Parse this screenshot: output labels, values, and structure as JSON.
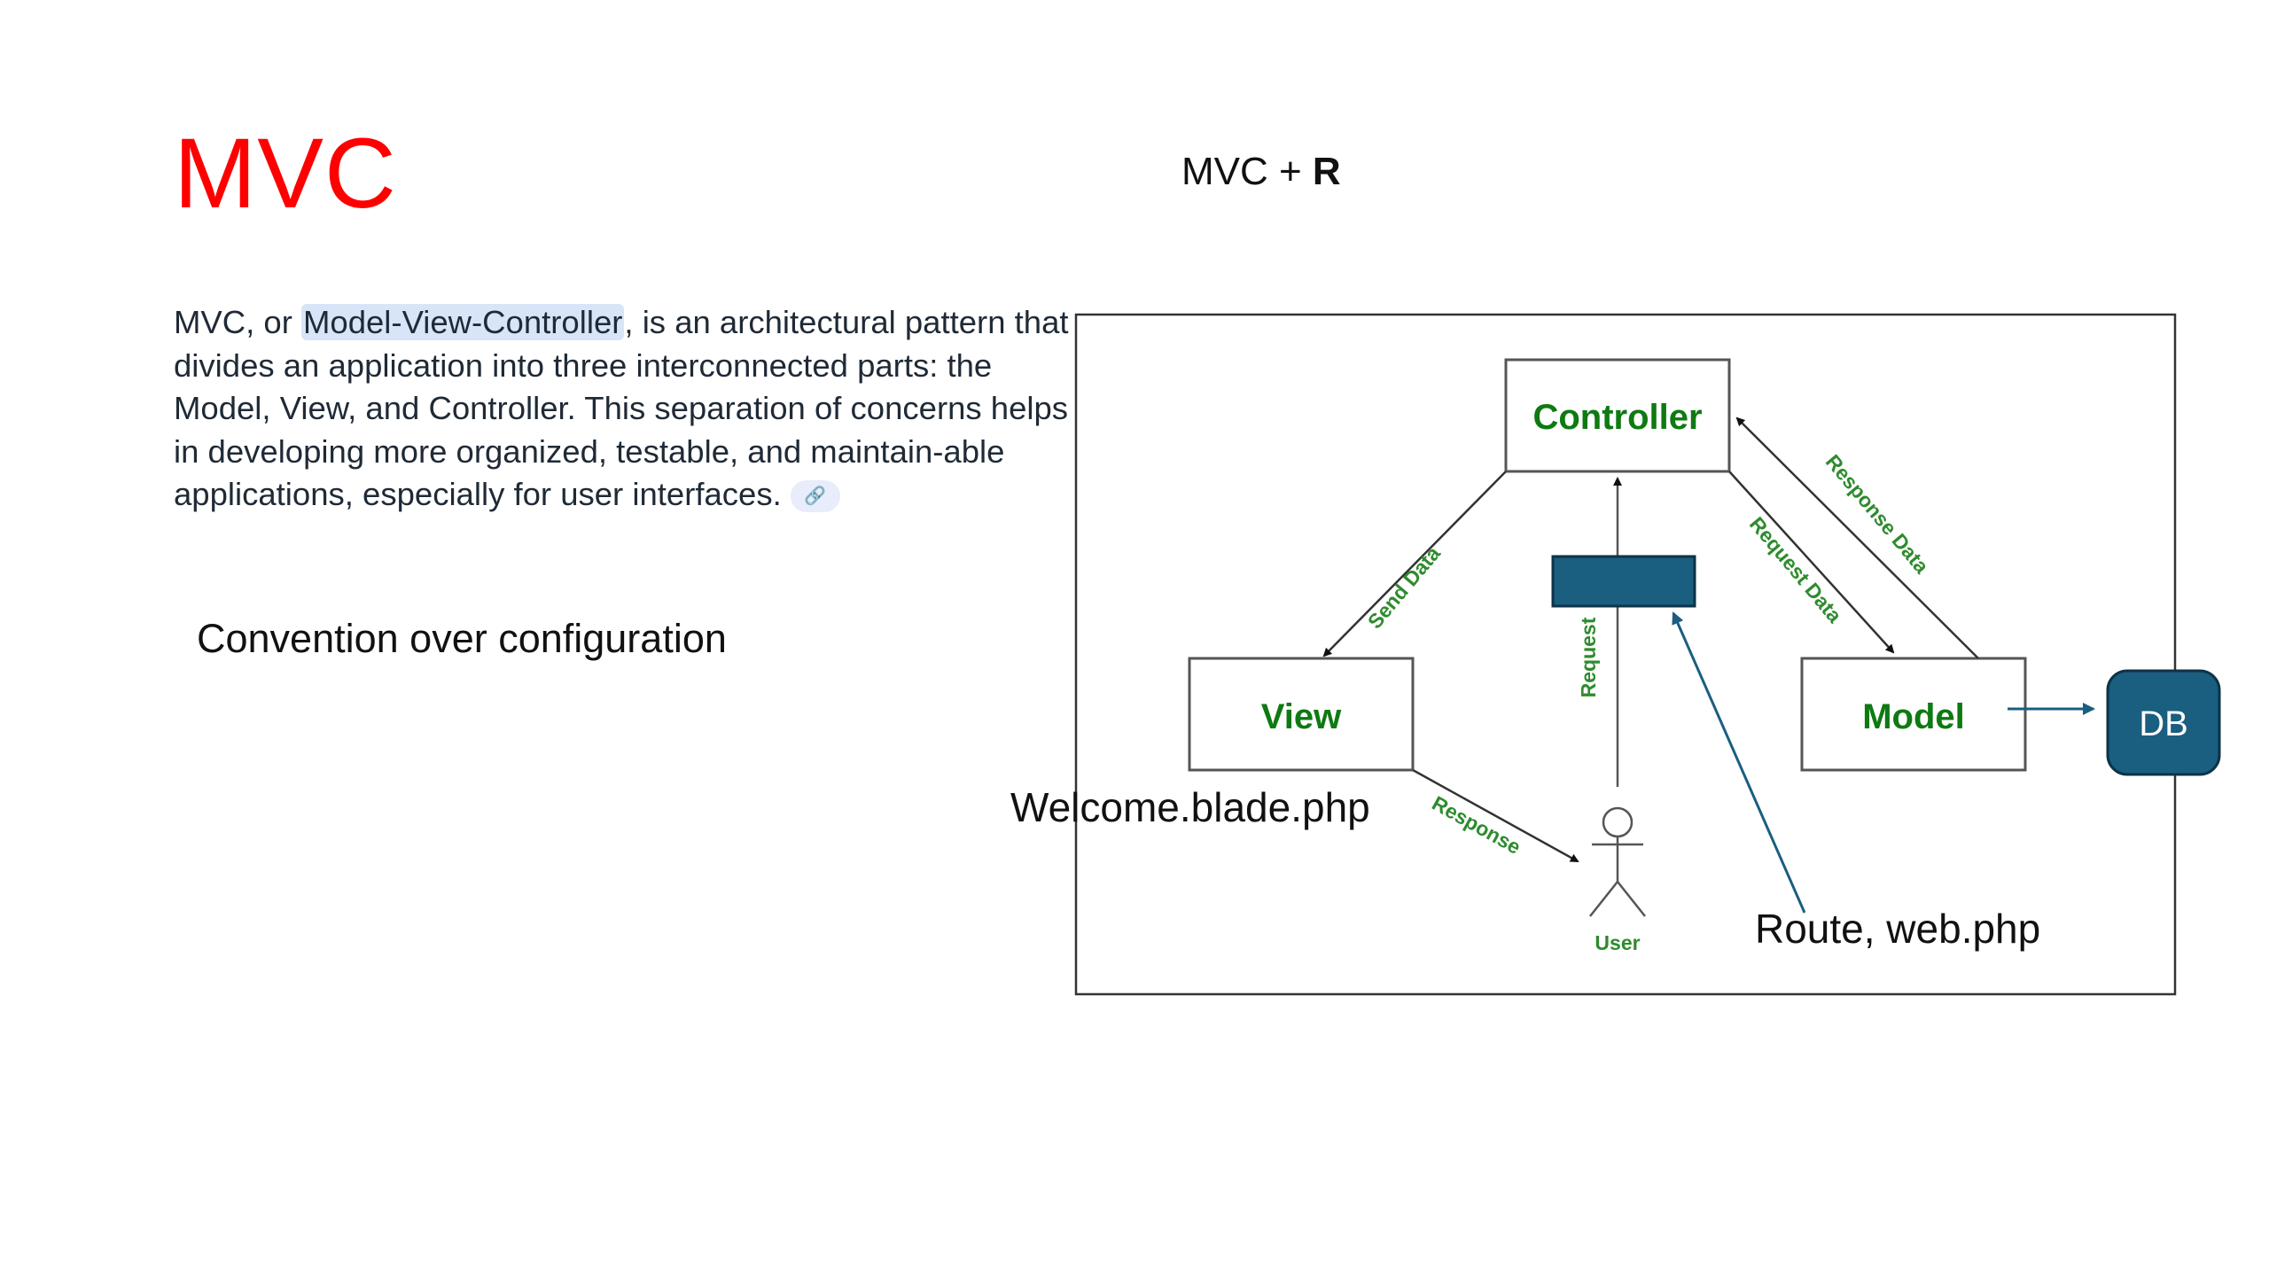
{
  "slide": {
    "title": "MVC",
    "subtitle_prefix": "MVC + ",
    "subtitle_bold": "R",
    "paragraph": {
      "before": "MVC, or ",
      "highlight": "Model-View-Controller",
      "after": ", is an architectural pattern that divides an application into three interconnected parts: the Model, View, and Controller. This separation of concerns helps in developing more organized, testable, and maintain-able applications, especially for user interfaces.",
      "link_icon": "link-icon"
    },
    "convention_note": "Convention over configuration",
    "annotations": {
      "view_file": "Welcome.blade.php",
      "route_file": "Route, web.php"
    }
  },
  "diagram": {
    "nodes": {
      "controller": "Controller",
      "view": "View",
      "model": "Model",
      "db": "DB",
      "user": "User"
    },
    "edges": {
      "send_data": "Send Data",
      "request_data": "Request Data",
      "response_data": "Response Data",
      "request": "Request",
      "response": "Response"
    },
    "colors": {
      "node_text": "#0e7a12",
      "edge_text": "#2e8b2e",
      "route_block": "#1a5e80",
      "db_fill": "#1a5e80",
      "title_red": "#ff0000",
      "highlight": "#d8e4f8"
    }
  }
}
